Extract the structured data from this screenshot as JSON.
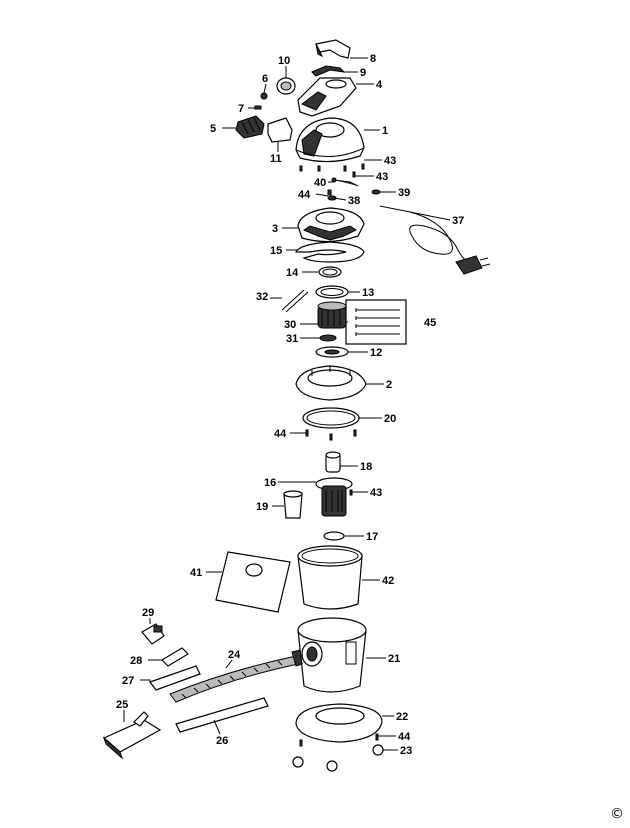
{
  "labels": {
    "p1": "1",
    "p2": "2",
    "p3": "3",
    "p4": "4",
    "p5": "5",
    "p6": "6",
    "p7": "7",
    "p8": "8",
    "p9": "9",
    "p10": "10",
    "p11": "11",
    "p12": "12",
    "p13": "13",
    "p14": "14",
    "p15": "15",
    "p16": "16",
    "p17": "17",
    "p18": "18",
    "p19": "19",
    "p20": "20",
    "p21": "21",
    "p22": "22",
    "p23": "23",
    "p24": "24",
    "p25": "25",
    "p26": "26",
    "p27": "27",
    "p28": "28",
    "p29": "29",
    "p30": "30",
    "p31": "31",
    "p32": "32",
    "p37": "37",
    "p38": "38",
    "p39": "39",
    "p40": "40",
    "p41": "41",
    "p42": "42",
    "p43a": "43",
    "p43b": "43",
    "p43c": "43",
    "p44a": "44",
    "p44b": "44",
    "p44c": "44",
    "p45": "45"
  },
  "copyright": "©"
}
